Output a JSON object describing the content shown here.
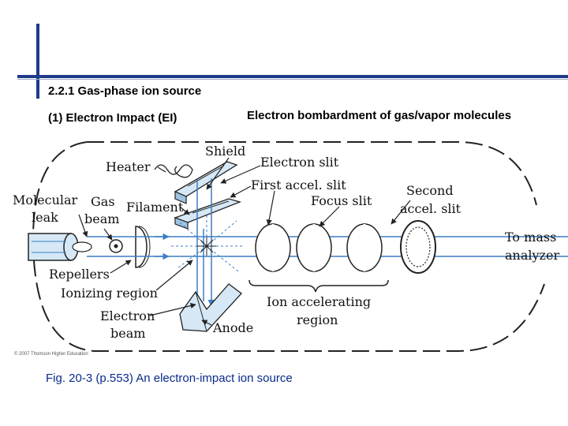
{
  "slide": {
    "title": "2.2.1 Gas-phase ion source",
    "subtitle": "(1) Electron Impact (EI)",
    "subtitle_right": "Electron bombardment of gas/vapor molecules",
    "caption": "Fig. 20-3 (p.553)  An electron-impact ion source",
    "copyright": "© 2007 Thomson Higher Education"
  },
  "diagram": {
    "labels": {
      "shield": "Shield",
      "heater": "Heater",
      "electron_slit": "Electron slit",
      "first_accel_slit": "First accel. slit",
      "molecular": "Molecular",
      "leak": "leak",
      "gas": "Gas",
      "beam": "beam",
      "filament": "Filament",
      "focus_slit": "Focus slit",
      "second": "Second",
      "accel_slit": "accel. slit",
      "to_mass": "To mass",
      "analyzer": "analyzer",
      "repellers": "Repellers",
      "ionizing_region": "Ionizing region",
      "electron": "Electron",
      "beam2": "beam",
      "anode": "Anode",
      "ion_accelerating": "Ion accelerating",
      "region": "region"
    },
    "colors": {
      "beam_blue": "#3a7fc4",
      "light_blue": "#d6e8f6",
      "line": "#222222",
      "accent": "#1e3a8a"
    }
  }
}
